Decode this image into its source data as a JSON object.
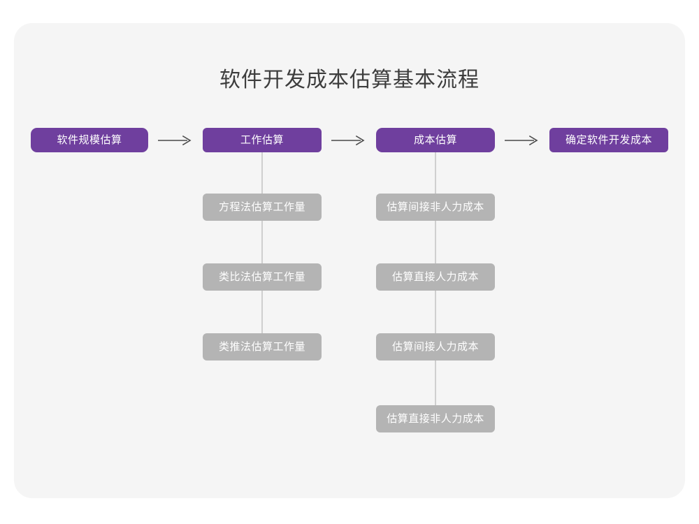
{
  "canvas": {
    "background_color": "#f5f5f5",
    "page_background_color": "#ffffff"
  },
  "title": "软件开发成本估算基本流程",
  "colors": {
    "stage_fill": "#6f3f9e",
    "task_fill": "#b4b4b4",
    "stage_text": "#ffffff",
    "task_text": "#ffffff",
    "connector": "#cfcfcf",
    "arrow": "#4a4a4a",
    "title_text": "#3d3d3d"
  },
  "chart_data": {
    "type": "flowchart",
    "title": "软件开发成本估算基本流程",
    "orientation": "left-to-right, with vertical sub-task columns",
    "stages": [
      {
        "id": "stage-1",
        "label": "软件规模估算",
        "subtasks": []
      },
      {
        "id": "stage-2",
        "label": "工作估算",
        "subtasks": [
          "方程法估算工作量",
          "类比法估算工作量",
          "类推法估算工作量"
        ]
      },
      {
        "id": "stage-3",
        "label": "成本估算",
        "subtasks": [
          "估算间接非人力成本",
          "估算直接人力成本",
          "估算间接人力成本",
          "估算直接非人力成本"
        ]
      },
      {
        "id": "stage-4",
        "label": "确定软件开发成本",
        "subtasks": []
      }
    ],
    "arrows": [
      {
        "from": "stage-1",
        "to": "stage-2",
        "glyph": "→"
      },
      {
        "from": "stage-2",
        "to": "stage-3",
        "glyph": "→"
      },
      {
        "from": "stage-3",
        "to": "stage-4",
        "glyph": "→"
      }
    ]
  },
  "stages": {
    "s1": {
      "label": "软件规模估算"
    },
    "s2": {
      "label": "工作估算"
    },
    "s3": {
      "label": "成本估算"
    },
    "s4": {
      "label": "确定软件开发成本"
    }
  },
  "tasks": {
    "col2": [
      {
        "label": "方程法估算工作量"
      },
      {
        "label": "类比法估算工作量"
      },
      {
        "label": "类推法估算工作量"
      }
    ],
    "col3": [
      {
        "label": "估算间接非人力成本"
      },
      {
        "label": "估算直接人力成本"
      },
      {
        "label": "估算间接人力成本"
      },
      {
        "label": "估算直接非人力成本"
      }
    ]
  }
}
